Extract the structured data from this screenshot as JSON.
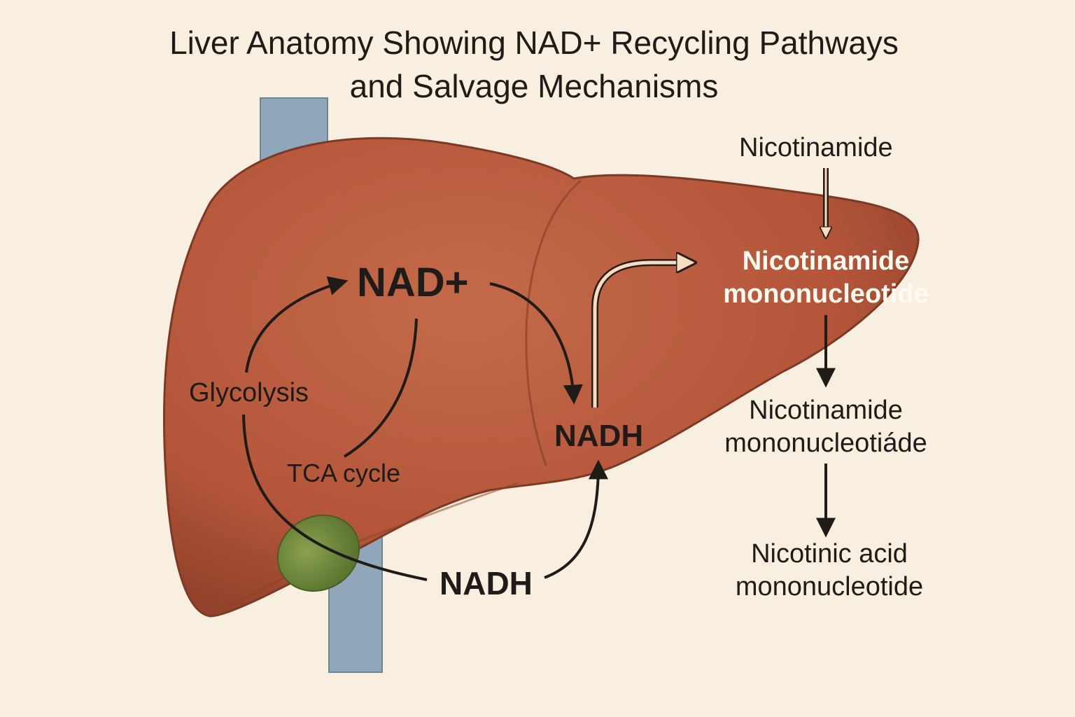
{
  "title": {
    "line1": "Liver Anatomy Showing NAD+ Recycling Pathways",
    "line2": "and Salvage Mechanisms"
  },
  "labels": {
    "nad_plus": "NAD+",
    "glycolysis": "Glycolysis",
    "tca_cycle": "TCA cycle",
    "nadh_right": "NADH",
    "nadh_bottom": "NADH",
    "nicotinamide": "Nicotinamide",
    "nmn_highlight": {
      "line1": "Nicotinamide",
      "line2": "mononucleotide"
    },
    "nmn_second": {
      "line1": "Nicotinamide",
      "line2": "mononucleotiáde"
    },
    "namn": {
      "line1": "Nicotinic acid",
      "line2": "mononucleotide"
    }
  },
  "colors": {
    "background": "#f8efe1",
    "liver": "#b8583a",
    "gallbladder": "#6f8a3c",
    "vessel": "#8fa7b8",
    "arrow": "#1e1b18"
  }
}
